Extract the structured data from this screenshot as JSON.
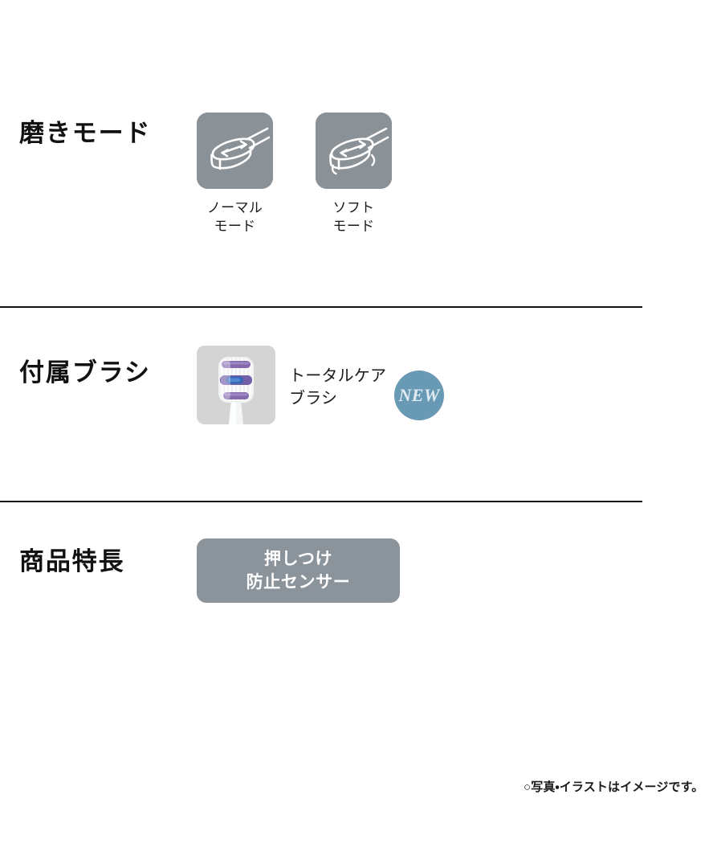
{
  "colors": {
    "mode_tile": "#8a9197",
    "brush_tile": "#d4d4d4",
    "new_badge": "#689ab6",
    "feature_badge": "#8b939b",
    "divider": "#111111",
    "text": "#1a1a1a"
  },
  "sections": {
    "mode": {
      "title": "磨きモード",
      "items": [
        {
          "label": "ノーマル\nモード",
          "icon": "brush-head-oscillation-icon"
        },
        {
          "label": "ソフト\nモード",
          "icon": "brush-head-soft-vibration-icon"
        }
      ]
    },
    "brush": {
      "title": "付属ブラシ",
      "item": {
        "name": "トータルケア\nブラシ",
        "image": "toothbrush-head-photo",
        "badge": "NEW"
      }
    },
    "feature": {
      "title": "商品特長",
      "items": [
        {
          "label": "押しつけ\n防止センサー"
        }
      ]
    }
  },
  "footnote": "○写真・イラストはイメージです。"
}
